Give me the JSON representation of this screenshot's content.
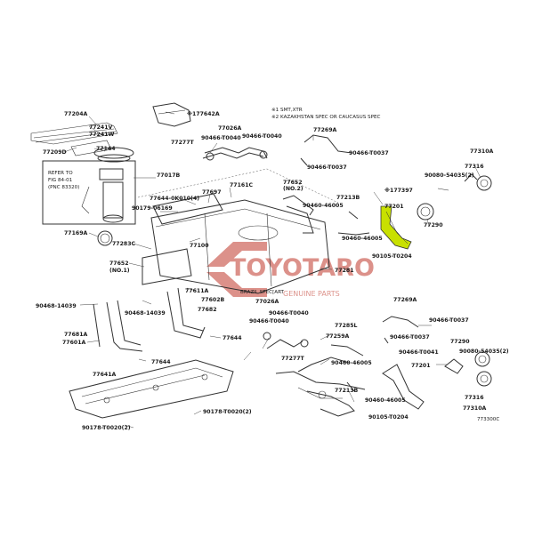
{
  "notes": {
    "line1": "※1 SMT,XTR",
    "line2": "※2 KAZAKHSTAN SPEC OR CAUCASUS SPEC",
    "refer1": "REFER TO",
    "refer2": "FIG 84-01",
    "refer3": "(PNC 83320)",
    "brazil": "BRAZIL SPEC[ART"
  },
  "highlight": {
    "label": "77201",
    "color": "#c8e000"
  },
  "watermark": {
    "brand": "TOYOTARO",
    "tagline": "GENUINE PARTS",
    "color": "#c0392b"
  },
  "diagram_code": "773300C",
  "labels": {
    "p77204A": "77204A",
    "p77642A": "※177642A",
    "p77241V": "77241V",
    "p77241W": "77241W",
    "p77144": "77144",
    "p77209D": "77209D",
    "p77277T_top": "77277T",
    "p77026A_top": "77026A",
    "p90466T0040_a": "90466-T0040",
    "p90466T0040_b": "90466-T0040",
    "p77269A_top": "77269A",
    "p90466T0037_a": "90466-T0037",
    "p90466T0037_b": "90466-T0037",
    "p77310A_top": "77310A",
    "p77316_top": "77316",
    "p90080_top": "90080-54035(2)",
    "p77397": "※177397",
    "p77290_top": "77290",
    "p77017B": "77017B",
    "p77644_0K010": "77644-0K010(4)",
    "p90179": "90179-06169",
    "p77697": "77697",
    "p77161C": "77161C",
    "p77652_2": "77652",
    "p77652_2b": "(NO.2)",
    "p77213B_top": "77213B",
    "p90460_46005_a": "90460-46005",
    "p90460_46005_b": "90460-46005",
    "p77169A": "77169A",
    "p77283C": "77283C",
    "p77100": "77100",
    "p90105_top": "90105-T0204",
    "p77281": "77281",
    "p77652_1": "77652",
    "p77652_1b": "(NO.1)",
    "p77611A": "77611A",
    "p90468_top": "90468-14039",
    "p90468_mid": "90468-14039",
    "p77602B": "77602B",
    "p77682": "77682",
    "p77644_r": "77644",
    "p77681A": "77681A",
    "p77601A": "77601A",
    "p77644_l": "77644",
    "p77641A": "77641A",
    "p90178_a": "90178-T0020(2)",
    "p90178_b": "90178-T0020(2)",
    "p77026A_bot": "77026A",
    "p90466T0040_c": "90466-T0040",
    "p90466T0040_d": "90466-T0040",
    "p77285L": "77285L",
    "p77259A": "77259A",
    "p77277T_bot": "77277T",
    "p77269A_bot": "77269A",
    "p90466T0037_c": "90466-T0037",
    "p90466T0037_d": "90466-T0037",
    "p90466T0041": "90466-T0041",
    "p77290_bot": "77290",
    "p90080_bot": "90080-54035(2)",
    "p77201_bot": "77201",
    "p77213B_bot": "77213B",
    "p77316_bot": "77316",
    "p77310A_bot": "77310A",
    "p90105_bot": "90105-T0204"
  }
}
